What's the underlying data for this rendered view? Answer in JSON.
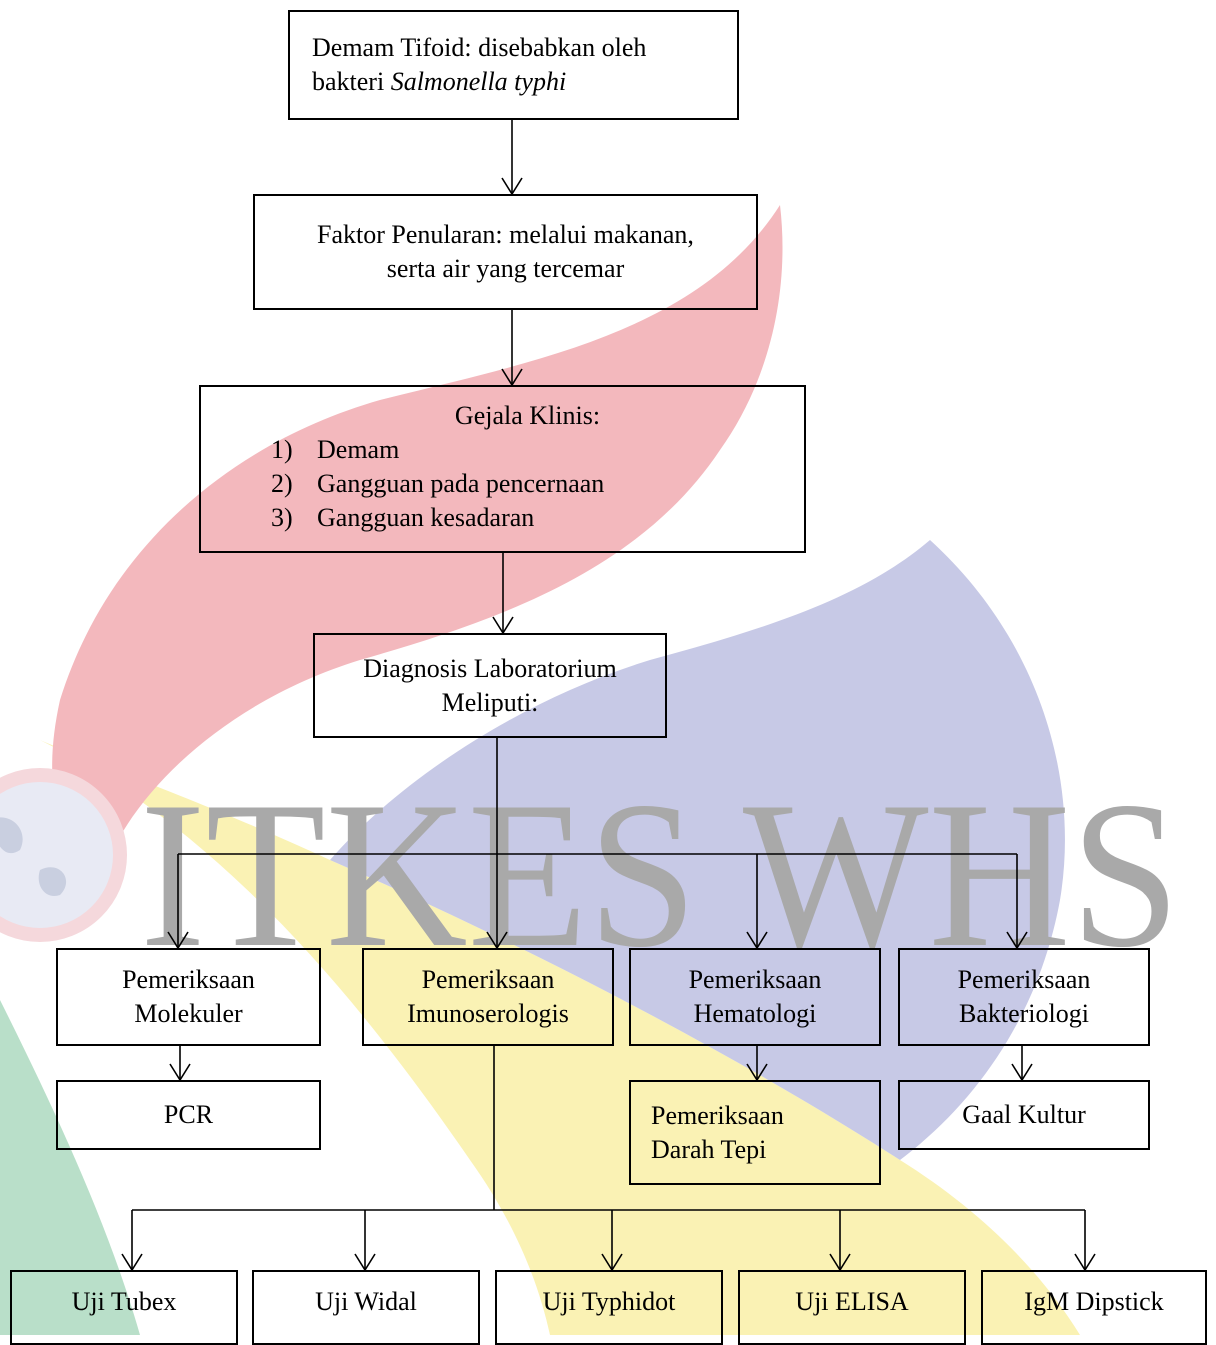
{
  "colors": {
    "watermark_red": "#f3b8bd",
    "watermark_blue": "#c7c9e6",
    "watermark_yellow": "#faf2b4",
    "watermark_green": "#b9dfc9",
    "watermark_text": "#a9a9a9"
  },
  "watermark": {
    "text": "ITKES WHS"
  },
  "nodes": {
    "cause": {
      "line1": "Demam Tifoid: disebabkan oleh",
      "line2_prefix": "bakteri ",
      "line2_italic": "Salmonella typhi"
    },
    "transmission": {
      "line1": "Faktor Penularan: melalui makanan,",
      "line2": "serta air yang tercemar"
    },
    "symptoms": {
      "title": "Gejala Klinis:",
      "items": [
        {
          "num": "1)",
          "text": "Demam"
        },
        {
          "num": "2)",
          "text": "Gangguan pada pencernaan"
        },
        {
          "num": "3)",
          "text": "Gangguan kesadaran"
        }
      ]
    },
    "diagnosis": {
      "line1": "Diagnosis Laboratorium",
      "line2": "Meliputi:"
    },
    "molecular": {
      "line1": "Pemeriksaan",
      "line2": "Molekuler"
    },
    "immunoserology": {
      "line1": "Pemeriksaan",
      "line2": "Imunoserologis"
    },
    "hematology": {
      "line1": "Pemeriksaan",
      "line2": "Hematologi"
    },
    "bacteriology": {
      "line1": "Pemeriksaan",
      "line2": "Bakteriologi"
    },
    "pcr": {
      "label": "PCR"
    },
    "blood_smear": {
      "line1": "Pemeriksaan",
      "line2": "Darah Tepi"
    },
    "culture": {
      "label": "Gaal Kultur"
    },
    "tests": [
      "Uji Tubex",
      "Uji Widal",
      "Uji Typhidot",
      "Uji ELISA",
      "IgM Dipstick"
    ]
  }
}
